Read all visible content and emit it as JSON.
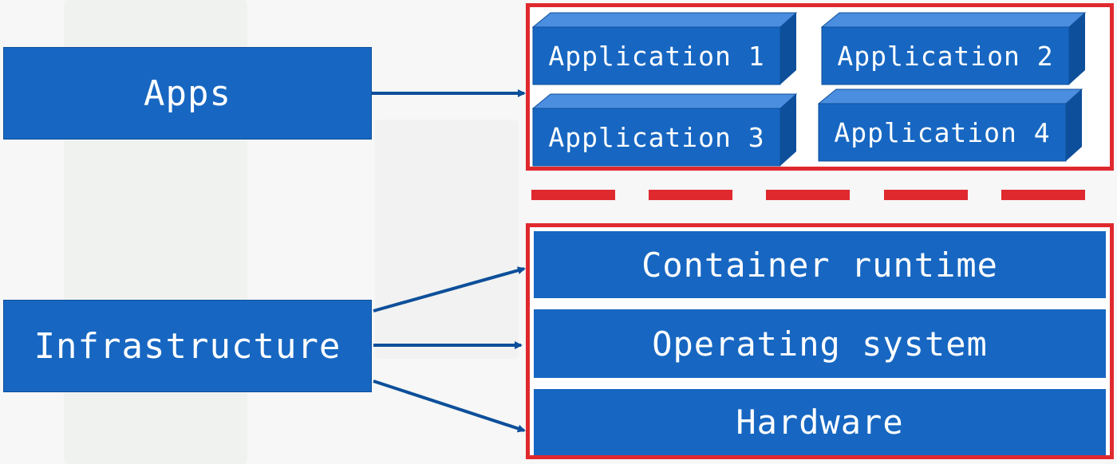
{
  "colors": {
    "box_blue": "#1767c2",
    "cube_top": "#4b8ee0",
    "cube_side": "#0d4f9a",
    "frame_red": "#e0292f",
    "arrow": "#0d4f9a"
  },
  "left_labels": {
    "apps": "Apps",
    "infrastructure": "Infrastructure"
  },
  "applications": [
    {
      "label": "Application 1"
    },
    {
      "label": "Application 2"
    },
    {
      "label": "Application 3"
    },
    {
      "label": "Application 4"
    }
  ],
  "infrastructure_stack": [
    {
      "label": "Container runtime"
    },
    {
      "label": "Operating system"
    },
    {
      "label": "Hardware"
    }
  ]
}
